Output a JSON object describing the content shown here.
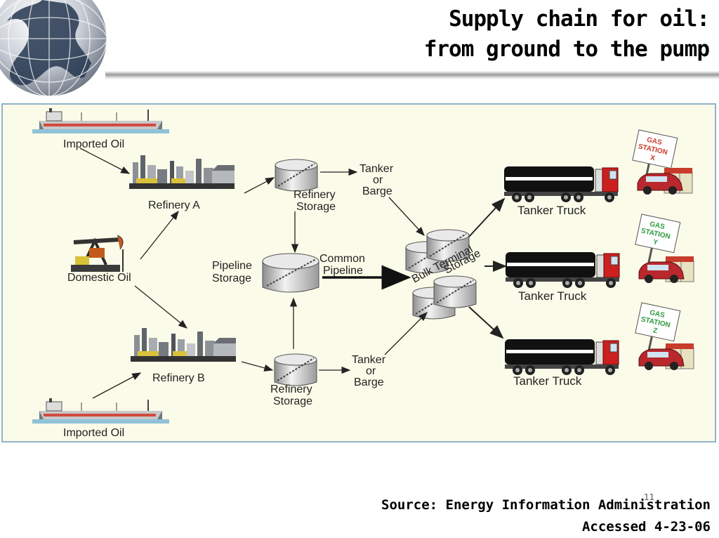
{
  "title": {
    "line1": "Supply chain for oil:",
    "line2": "from ground to the pump"
  },
  "diagram": {
    "imported_oil_top": "Imported Oil",
    "imported_oil_bottom": "Imported Oil",
    "domestic_oil": "Domestic Oil",
    "refinery_a": "Refinery A",
    "refinery_b": "Refinery B",
    "refinery_storage_top": [
      "Refinery",
      "Storage"
    ],
    "refinery_storage_bottom": [
      "Refinery",
      "Storage"
    ],
    "pipeline_storage": [
      "Pipeline",
      "Storage"
    ],
    "common_pipeline": [
      "Common",
      "Pipeline"
    ],
    "tanker_barge_top": [
      "Tanker",
      "or",
      "Barge"
    ],
    "tanker_barge_bottom": [
      "Tanker",
      "or",
      "Barge"
    ],
    "bulk_terminal": [
      "Bulk Terminal",
      "Storage"
    ],
    "trucks": [
      "Tanker Truck",
      "Tanker Truck",
      "Tanker Truck"
    ],
    "stations": [
      [
        "GAS",
        "STATION",
        "X"
      ],
      [
        "GAS",
        "STATION",
        "Y"
      ],
      [
        "GAS",
        "STATION",
        "Z"
      ]
    ]
  },
  "footer": {
    "source": "Source: Energy Information Administration",
    "accessed": "Accessed 4-23-06"
  },
  "page_number": "11",
  "colors": {
    "panel_bg": "#fbfbe9",
    "panel_border": "#8fb3c9",
    "truck_cab": "#cc2020",
    "station_sign_green": "#2e9a3e",
    "station_sign_red": "#c83c2c"
  }
}
